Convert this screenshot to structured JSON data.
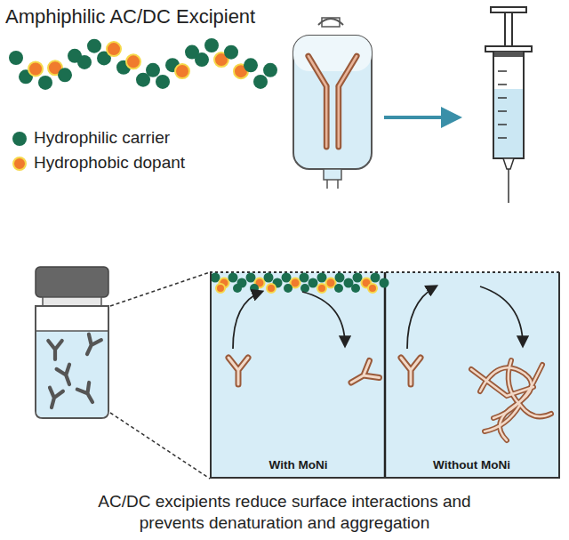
{
  "diagram": {
    "title": "Amphiphilic AC/DC Excipient",
    "caption": "AC/DC excipients reduce surface interactions and prevents denaturation and aggregation",
    "nodes": [
      {
        "text": [
          "With MoNi"
        ]
      },
      {
        "text": [
          "Without MoNi"
        ]
      }
    ],
    "legend": [
      {
        "text": "Hydrophilic carrier",
        "color": "#1b6e4f"
      },
      {
        "text": "Hydrophobic dopant",
        "color": "#f07b2d"
      }
    ]
  }
}
